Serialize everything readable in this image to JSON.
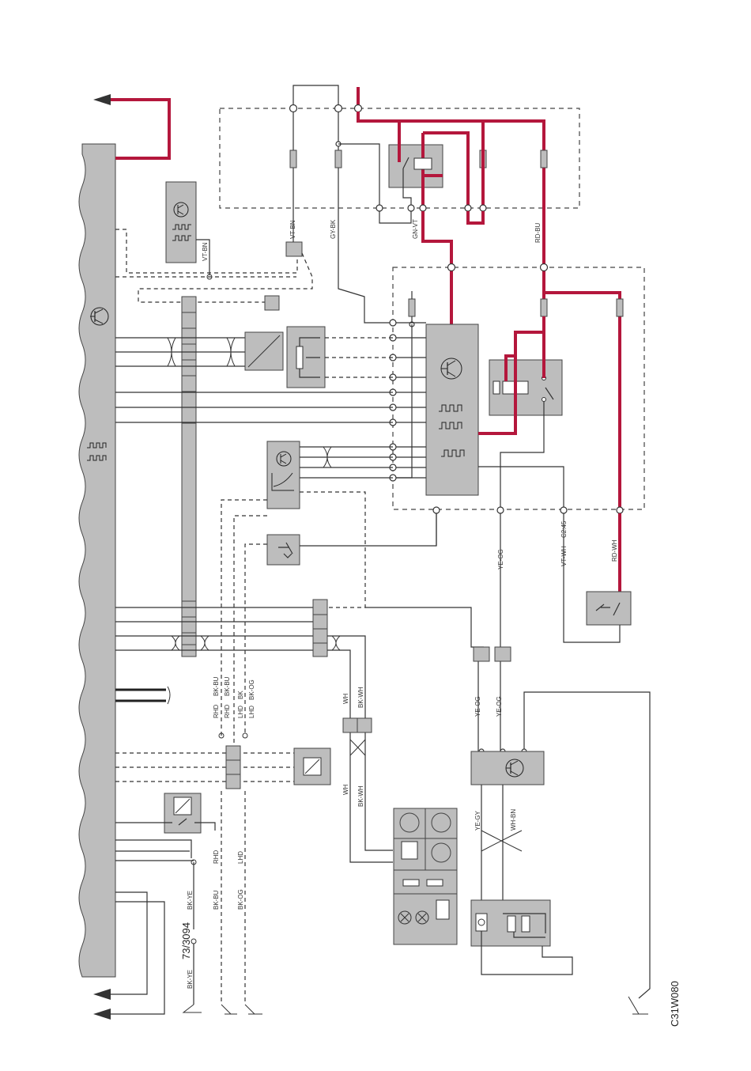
{
  "diagram_code": "C31W080",
  "reference": "73/3094",
  "wire_labels": {
    "vt_bn_top": "VT-BN",
    "gy_bk_top": "GY-BK",
    "gn_vt": "GN-VT",
    "rd_bu": "RD-BU",
    "vt_bn_left": "VT-BN",
    "ye_og_mid": "YE-OG",
    "vt_wh": "VT-WH",
    "c2_45": "C2:45",
    "rd_wh": "RD-WH",
    "rhd1": "RHD",
    "rhd2": "RHD",
    "lhd1": "LHD",
    "lhd2": "LHD",
    "bk_bu1": "BK-BU",
    "bk_bu2": "BK-BU",
    "bk": "BK",
    "bk_og": "BK-OG",
    "wh1": "WH",
    "bk_wh1": "BK-WH",
    "wh2": "WH",
    "bk_wh2": "BK-WH",
    "ye_og_low1": "YE-OG",
    "ye_og_low2": "YE-OG",
    "ye_gy": "YE-GY",
    "wh_bn": "WH-BN",
    "rhd3": "RHD",
    "lhd3": "LHD",
    "bk_bu3": "BK-BU",
    "bk_og3": "BK-OG",
    "bk_ye1": "BK-YE",
    "bk_ye2": "BK-YE"
  },
  "icons": [
    "transistor-icon",
    "pulse-signal-icon",
    "twisted-pair-icon",
    "relay-icon",
    "fuse-icon",
    "ground-icon",
    "motor-icon",
    "sensor-icon",
    "switch-icon"
  ]
}
